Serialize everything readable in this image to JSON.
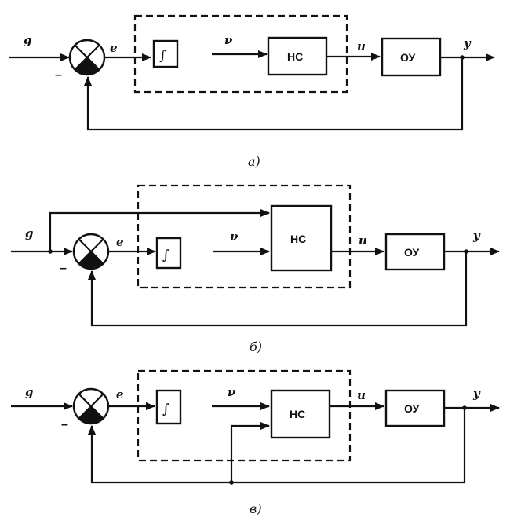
{
  "diagrams": [
    {
      "caption": "а)",
      "signals": {
        "g": "g",
        "e": "e",
        "v": "ν",
        "u": "u",
        "y": "y"
      },
      "blocks": {
        "integrator": "∫",
        "neural": "НС",
        "plant": "ОУ"
      },
      "minus": "–"
    },
    {
      "caption": "б)",
      "signals": {
        "g": "g",
        "e": "e",
        "v": "ν",
        "u": "u",
        "y": "y"
      },
      "blocks": {
        "integrator": "∫",
        "neural": "НС",
        "plant": "ОУ"
      },
      "minus": "–"
    },
    {
      "caption": "в)",
      "signals": {
        "g": "g",
        "e": "e",
        "v": "ν",
        "u": "u",
        "y": "y"
      },
      "blocks": {
        "integrator": "∫",
        "neural": "НС",
        "plant": "ОУ"
      },
      "minus": "–"
    }
  ]
}
